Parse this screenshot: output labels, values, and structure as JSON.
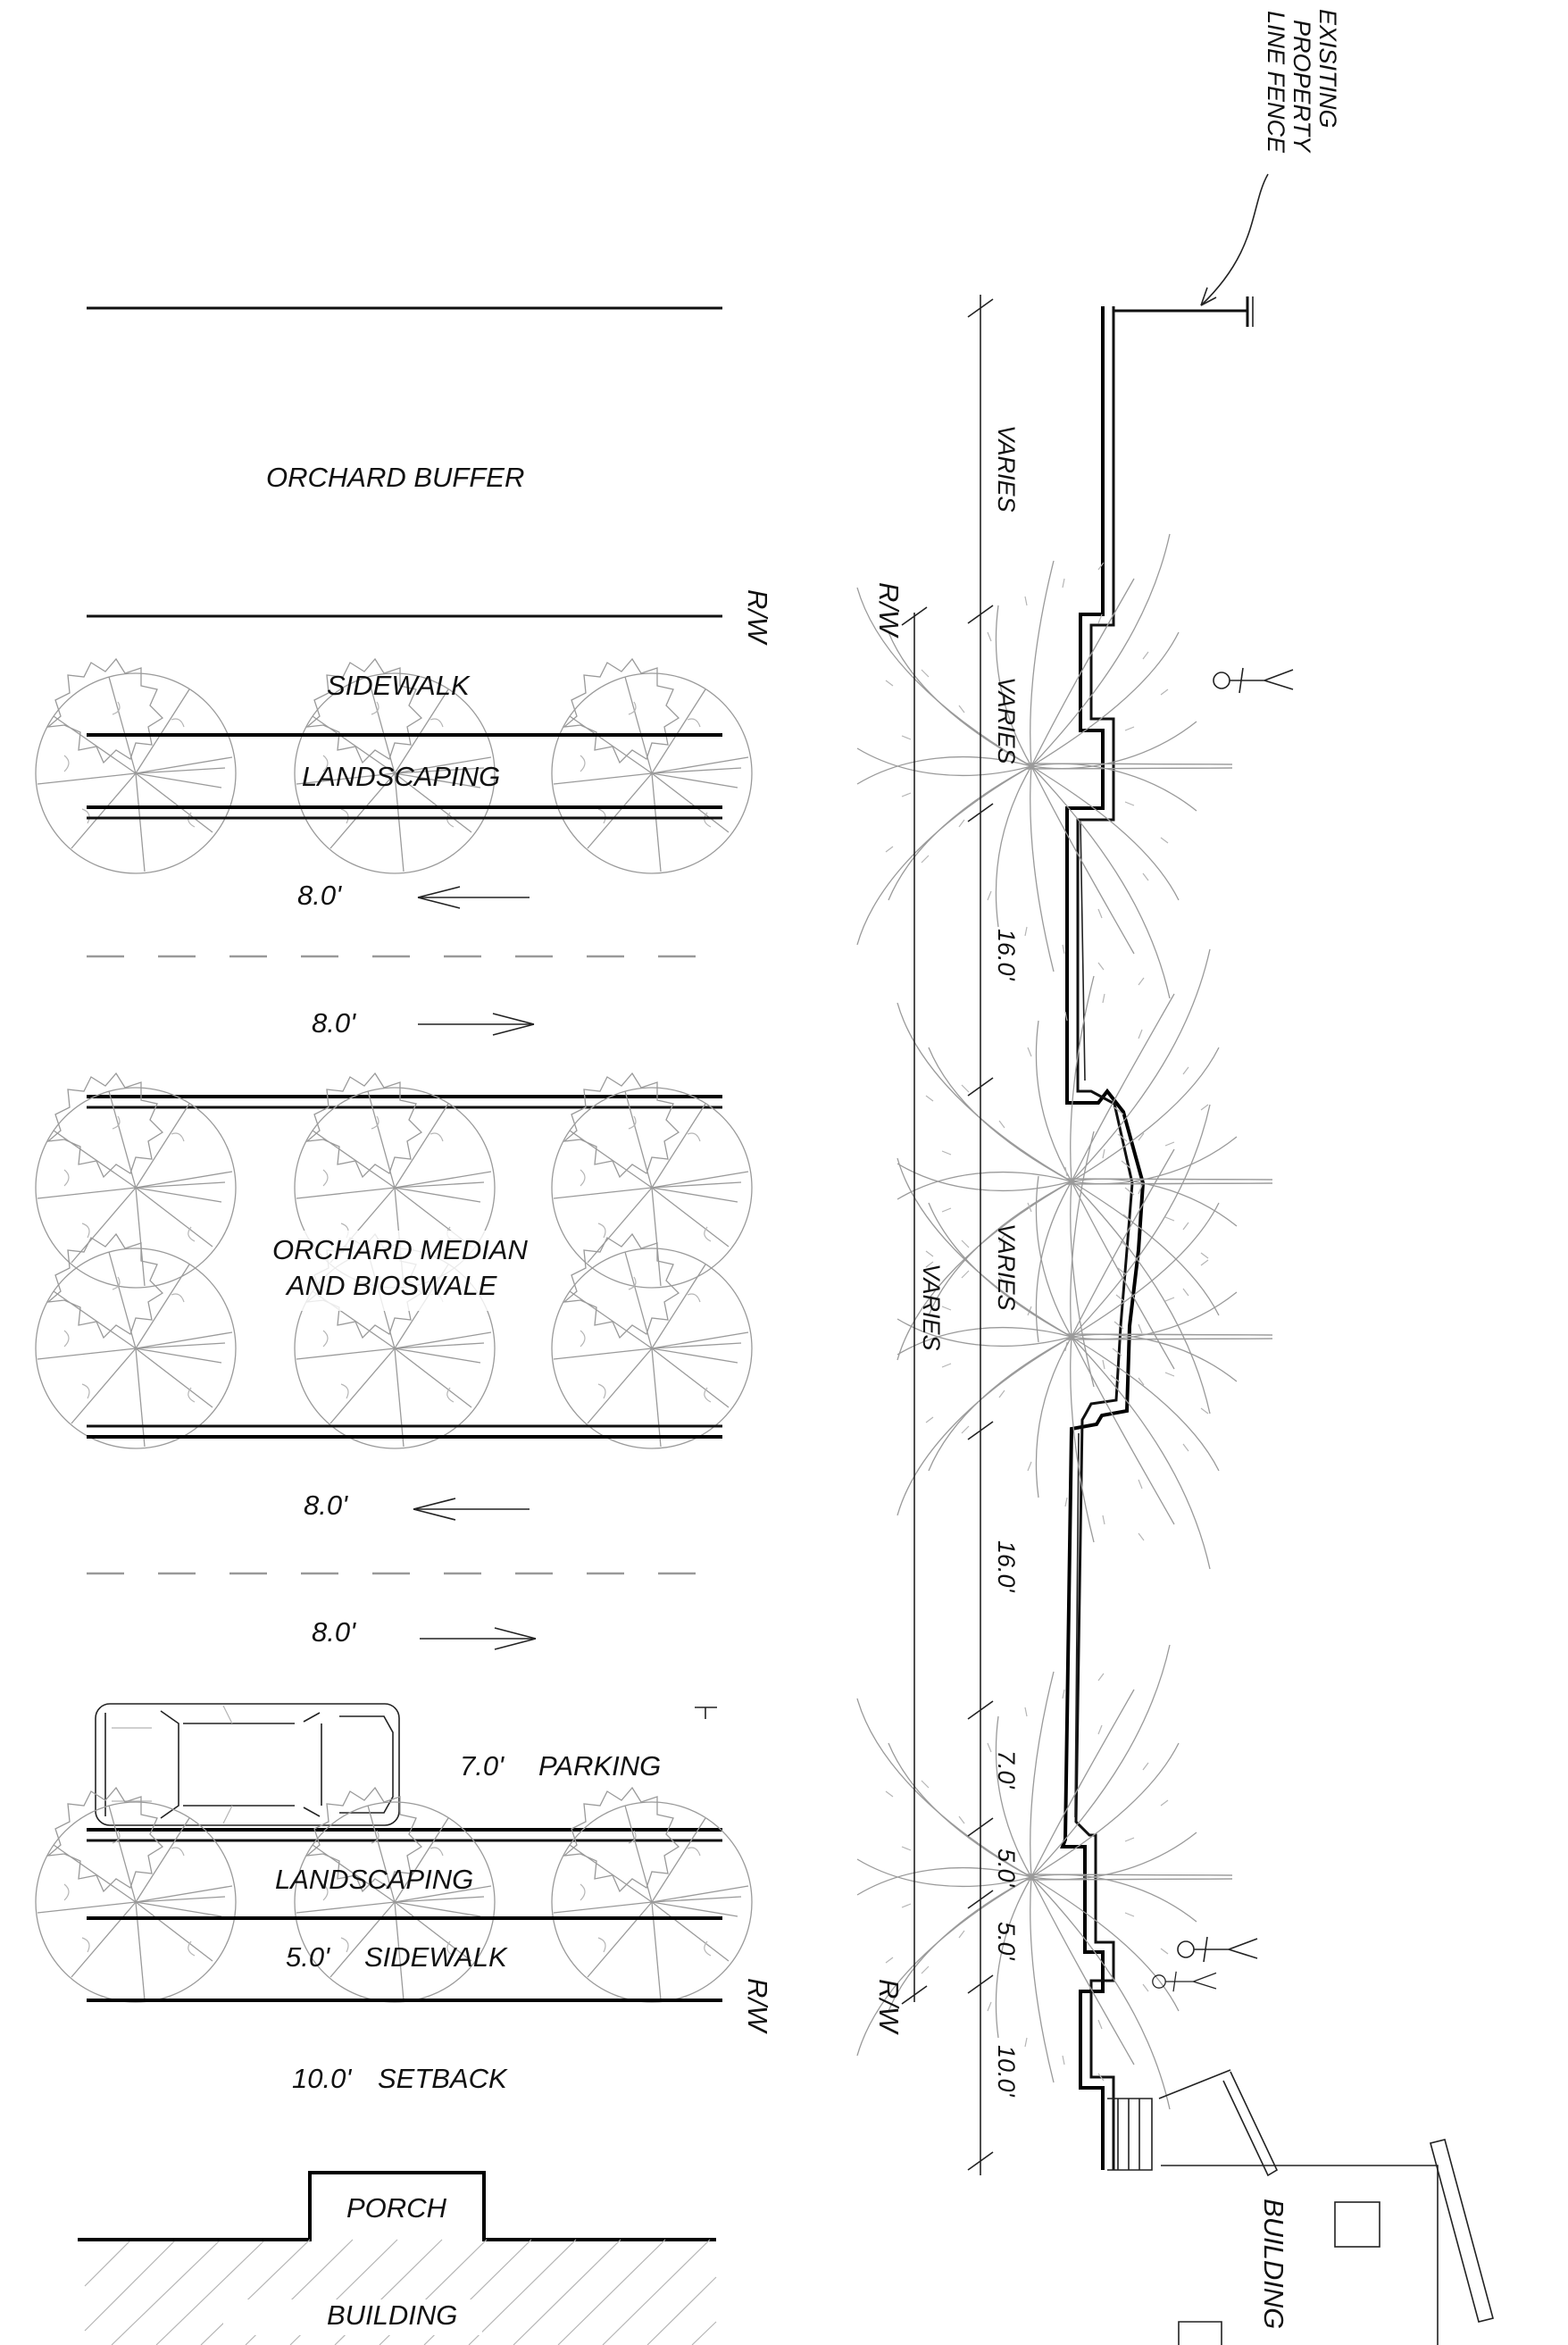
{
  "plan": {
    "orchard_buffer": "ORCHARD BUFFER",
    "rw_top": "R/W",
    "sidewalk_top": "SIDEWALK",
    "landscaping_top": "LANDSCAPING",
    "lane1_width": "8.0'",
    "lane2_width": "8.0'",
    "median_line1": "ORCHARD MEDIAN",
    "median_line2": "AND BIOSWALE",
    "lane3_width": "8.0'",
    "lane4_width": "8.0'",
    "parking_width": "7.0'",
    "parking_label": "PARKING",
    "landscaping_bottom": "LANDSCAPING",
    "sidewalk_width": "5.0'",
    "sidewalk_bottom": "SIDEWALK",
    "rw_bottom": "R/W",
    "setback_width": "10.0'",
    "setback_label": "SETBACK",
    "porch": "PORCH",
    "building": "BUILDING"
  },
  "section": {
    "fence_callout": [
      "EXISITING",
      "PROPERTY",
      "LINE FENCE"
    ],
    "rw_top": "R/W",
    "rw_bottom": "R/W",
    "overall_dim": "VARIES",
    "dims": [
      "VARIES",
      "VARIES",
      "16.0'",
      "VARIES",
      "16.0'",
      "7.0'",
      "5.0'",
      "5.0'",
      "10.0'"
    ],
    "building": "BUILDING"
  }
}
